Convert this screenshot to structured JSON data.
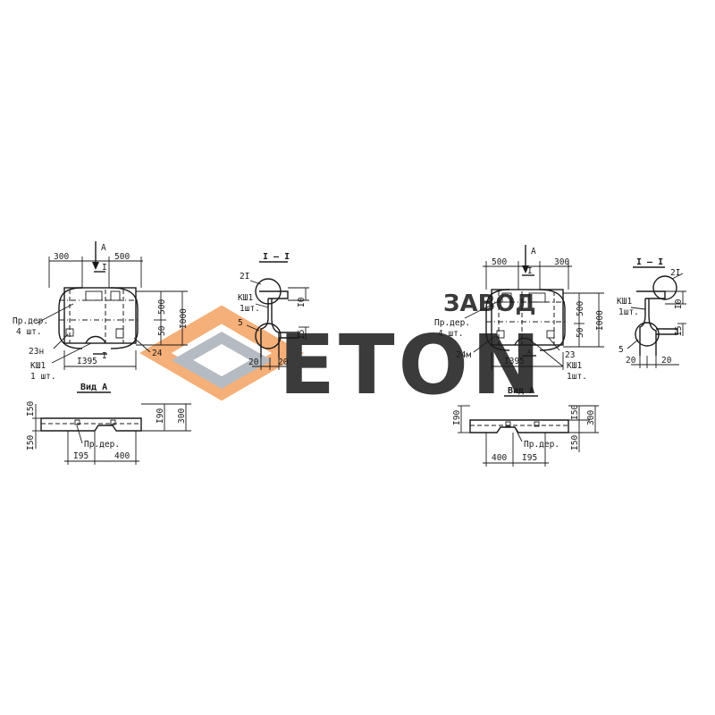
{
  "watermark": {
    "prefix": "ЗАВОД",
    "word": "ETON",
    "accent_color": "#f4a261",
    "gray_color": "#a9b0b8"
  },
  "left": {
    "plan": {
      "view_arrow": "А",
      "section_mark": "I",
      "dim_left": "300",
      "dim_right": "500",
      "dim_bottom": "I395",
      "dim_v_total": "I000",
      "dim_v_upper": "500",
      "dim_v_lower": "50",
      "callout_pr": "Пр.дер.",
      "callout_pr_qty": "4 шт.",
      "callout_23": "23н",
      "callout_kpp": "КШ1",
      "callout_kpp_qty": "1 шт.",
      "callout_24": "24"
    },
    "section": {
      "title": "I – I",
      "callout_21": "2I",
      "callout_kpp": "КШ1",
      "callout_kpp_qty": "1шт.",
      "callout_5": "5",
      "dim_10": "I0",
      "dim_15": "I5",
      "dim_20a": "20",
      "dim_20b": "20"
    },
    "view": {
      "title": "Вид А",
      "dim_150_top": "I50",
      "dim_150_bot": "I50",
      "dim_190": "I90",
      "dim_300": "300",
      "dim_195": "I95",
      "dim_400": "400",
      "callout_pr": "Пр.дер."
    }
  },
  "right": {
    "plan": {
      "view_arrow": "А",
      "section_mark": "I",
      "dim_left": "500",
      "dim_right": "300",
      "dim_bottom": "I395",
      "dim_v_total": "I000",
      "dim_v_upper": "500",
      "dim_v_lower": "50",
      "dim_arrow_a": "А",
      "callout_pr": "Пр.дер.",
      "callout_pr_qty": "4 шт.",
      "callout_24": "24м",
      "callout_23": "23",
      "callout_kpp": "КШ1",
      "callout_kpp_qty": "1шт."
    },
    "section": {
      "title": "I – I",
      "callout_21": "2I",
      "callout_kpp": "КШ1",
      "callout_kpp_qty": "1шт.",
      "callout_5": "5",
      "dim_10": "I0",
      "dim_15": "I5",
      "dim_20a": "20",
      "dim_20b": "20"
    },
    "view": {
      "title": "Вид А",
      "dim_190": "I90",
      "dim_150_top": "I50",
      "dim_300": "300",
      "dim_150_bot": "I50",
      "dim_400": "400",
      "dim_195": "I95",
      "callout_pr": "Пр.дер."
    }
  }
}
